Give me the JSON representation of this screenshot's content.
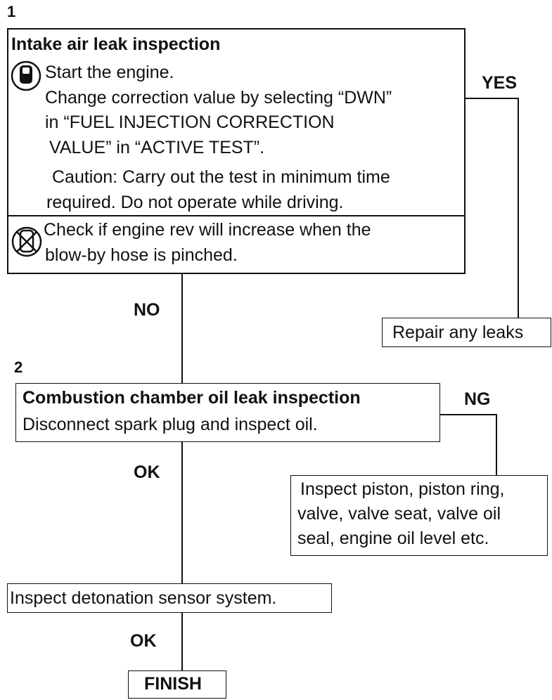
{
  "step1": {
    "number": "1",
    "title": "Intake air leak inspection",
    "line1": "Start the engine.",
    "line2": "Change correction value by selecting “DWN”",
    "line3": "in “FUEL INJECTION CORRECTION",
    "line4": "VALUE” in “ACTIVE TEST”.",
    "line5": "Caution:  Carry out the test in minimum time",
    "line6": "required.  Do not operate while driving.",
    "check1": "Check if engine rev will increase when the",
    "check2": "blow-by hose is pinched."
  },
  "yes_label": "YES",
  "no_label": "NO",
  "repair": "Repair any leaks",
  "step2": {
    "number": "2",
    "title": "Combustion chamber oil leak inspection",
    "line1": "Disconnect spark plug and inspect oil."
  },
  "ng_label": "NG",
  "ok_label_1": "OK",
  "inspect_piston": {
    "line1": "Inspect piston, piston ring,",
    "line2": "valve, valve seat, valve oil",
    "line3": "seal, engine oil level etc."
  },
  "detonation": "Inspect detonation sensor system.",
  "ok_label_2": "OK",
  "finish": "FINISH",
  "icons": [
    "engine-running-icon",
    "ignition-off-icon"
  ]
}
